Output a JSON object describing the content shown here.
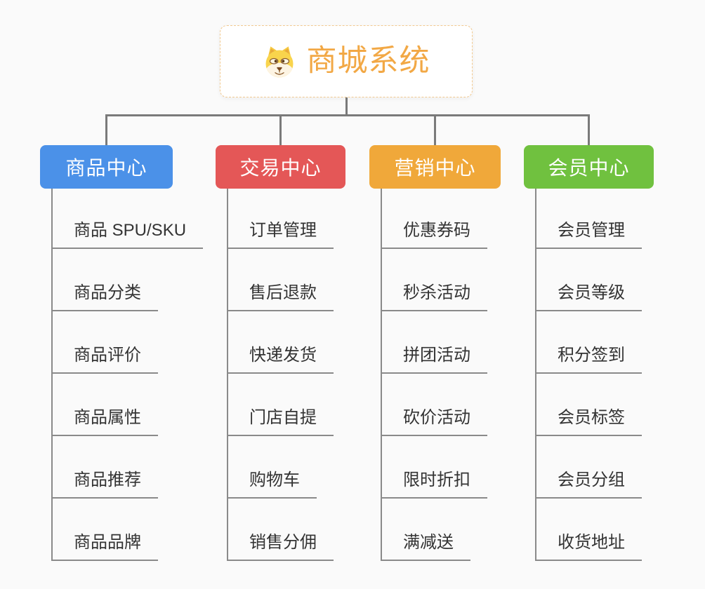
{
  "root": {
    "title": "商城系统",
    "icon": "dog-face-icon"
  },
  "branches": [
    {
      "label": "商品中心",
      "color": "#4b91e8",
      "items": [
        "商品 SPU/SKU",
        "商品分类",
        "商品评价",
        "商品属性",
        "商品推荐",
        "商品品牌"
      ]
    },
    {
      "label": "交易中心",
      "color": "#e45757",
      "items": [
        "订单管理",
        "售后退款",
        "快递发货",
        "门店自提",
        "购物车",
        "销售分佣"
      ]
    },
    {
      "label": "营销中心",
      "color": "#f0a83a",
      "items": [
        "优惠券码",
        "秒杀活动",
        "拼团活动",
        "砍价活动",
        "限时折扣",
        "满减送"
      ]
    },
    {
      "label": "会员中心",
      "color": "#70c13f",
      "items": [
        "会员管理",
        "会员等级",
        "积分签到",
        "会员标签",
        "会员分组",
        "收货地址"
      ]
    }
  ],
  "colors": {
    "background": "#fafafa",
    "connector": "#7a7a7a",
    "underline": "#8a8a8a",
    "item_text": "#333333",
    "root_text": "#f2a845",
    "root_border": "#f2c98f"
  }
}
